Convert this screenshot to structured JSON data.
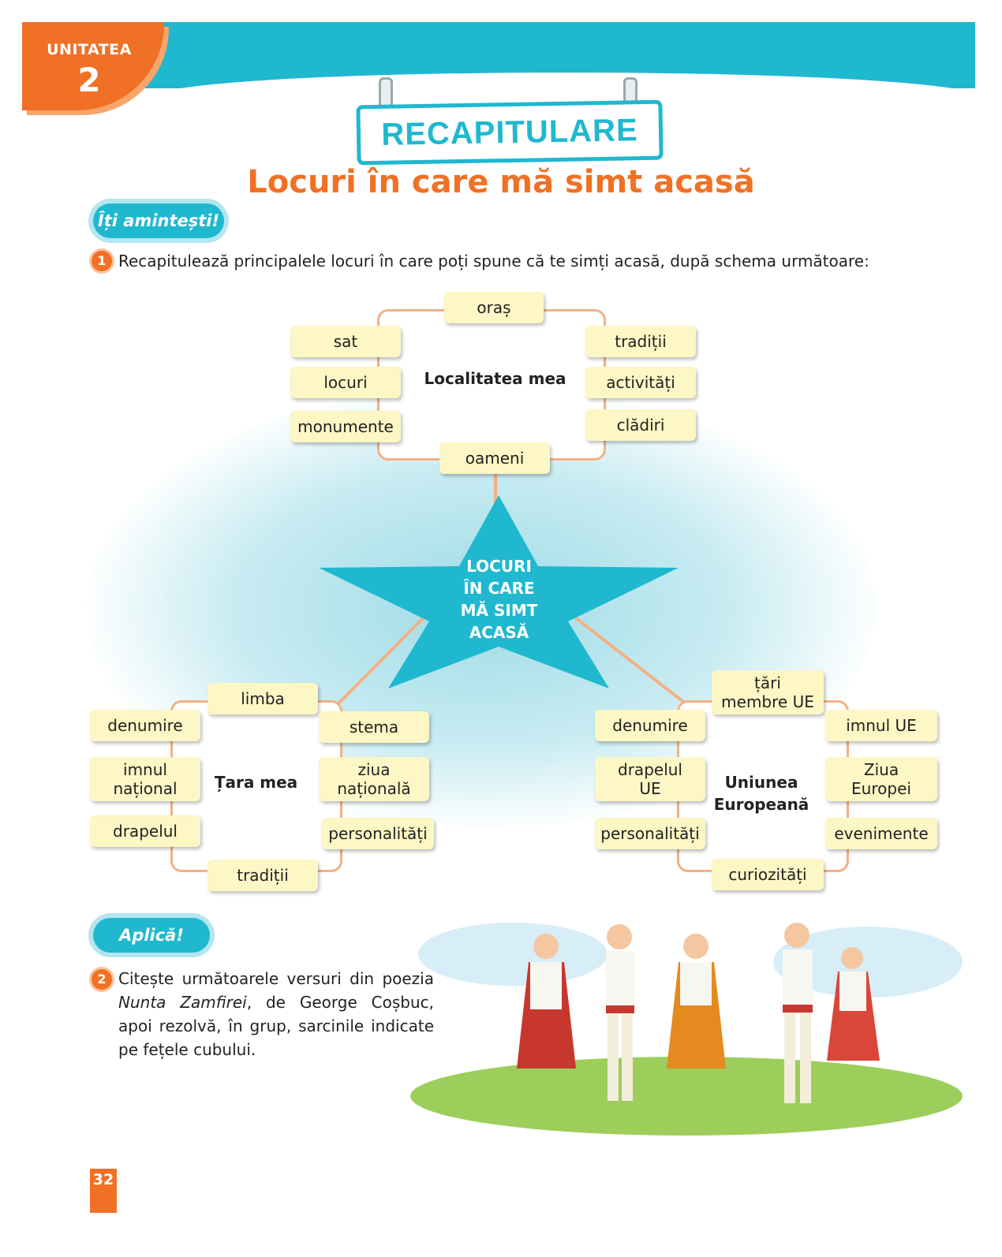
{
  "header": {
    "unit_label": "UNITATEA",
    "unit_number": "2",
    "section_title": "RECAPITULARE"
  },
  "lesson_title": "Locuri în care mă simt acasă",
  "remember_label": "Îți amintești!",
  "task1": {
    "number": "1",
    "text": "Recapitulează principalele locuri în care poți spune că te simți acasă, după schema următoare:"
  },
  "diagram": {
    "center": "LOCURI ÎN CARE MĂ SIMT ACASĂ",
    "center_lines": [
      "LOCURI",
      "ÎN CARE",
      "MĂ SIMT",
      "ACASĂ"
    ],
    "locality": {
      "title": "Localitatea mea",
      "items": [
        "oraș",
        "sat",
        "locuri",
        "monumente",
        "oameni",
        "tradiții",
        "activități",
        "clădiri"
      ]
    },
    "country": {
      "title": "Țara mea",
      "items": [
        "limba",
        "denumire",
        "imnul național",
        "drapelul",
        "tradiții",
        "stema",
        "ziua națională",
        "personalități"
      ],
      "imnul_lines": [
        "imnul",
        "național"
      ],
      "ziua_lines": [
        "ziua",
        "națională"
      ]
    },
    "eu": {
      "title_lines": [
        "Uniunea",
        "Europeană"
      ],
      "items": [
        "țări membre UE",
        "denumire",
        "drapelul UE",
        "personalități",
        "curiozități",
        "imnul UE",
        "Ziua Europei",
        "evenimente"
      ],
      "tari_lines": [
        "țări",
        "membre UE"
      ],
      "drapel_lines": [
        "drapelul",
        "UE"
      ],
      "ziua_lines": [
        "Ziua",
        "Europei"
      ]
    }
  },
  "apply_label": "Aplică!",
  "task2": {
    "number": "2",
    "text_before": "Citește următoarele versuri din poezia ",
    "poem": "Nunta Zamfirei",
    "text_after": ", de George Coșbuc, apoi rezolvă, în grup, sarcinile indicate pe fețele cubului."
  },
  "page_number": "32",
  "colors": {
    "teal": "#1fb8cf",
    "orange": "#f07125",
    "box": "#fdf6c5"
  }
}
